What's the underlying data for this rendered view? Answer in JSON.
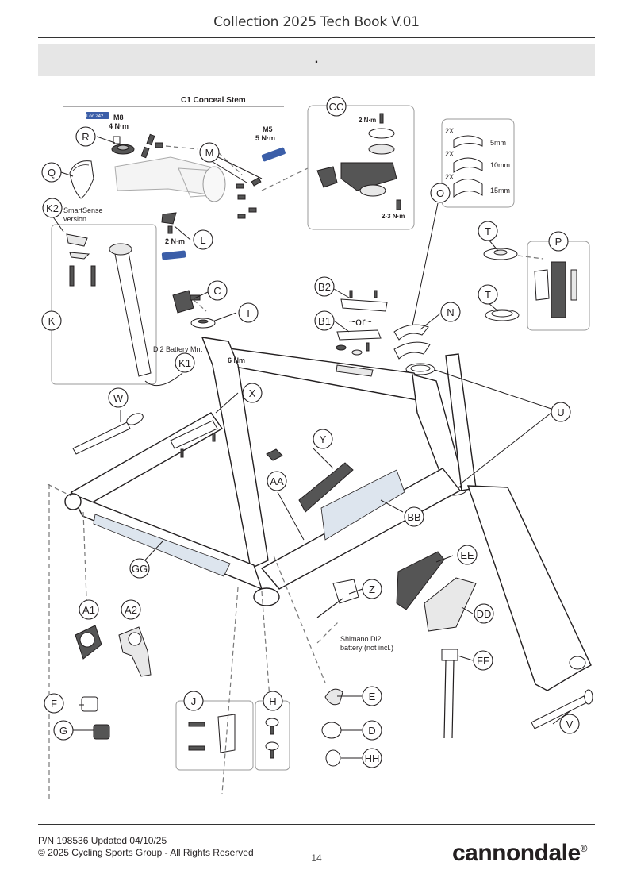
{
  "header": {
    "title": "Collection 2025 Tech Book V.01",
    "banner_text": "."
  },
  "stem": {
    "title": "C1 Conceal Stem",
    "m8": "M8",
    "m8_torque": "4 N·m",
    "m5": "M5",
    "m5_torque": "5 N·m",
    "loc": "Loc 242"
  },
  "labels": {
    "R": "R",
    "Q": "Q",
    "M": "M",
    "K2": "K2",
    "K": "K",
    "L": "L",
    "CC": "CC",
    "O": "O",
    "T1": "T",
    "T2": "T",
    "P": "P",
    "C": "C",
    "I": "I",
    "B2": "B2",
    "B1": "B1",
    "N": "N",
    "K1": "K1",
    "W": "W",
    "X": "X",
    "U": "U",
    "Y": "Y",
    "AA": "AA",
    "BB": "BB",
    "GG": "GG",
    "EE": "EE",
    "Z": "Z",
    "DD": "DD",
    "A1": "A1",
    "A2": "A2",
    "FF": "FF",
    "F": "F",
    "G": "G",
    "J": "J",
    "H": "H",
    "E": "E",
    "D": "D",
    "HH": "HH",
    "V": "V"
  },
  "notes": {
    "smartsense": "SmartSense",
    "version": "version",
    "l_torque": "2 N·m",
    "cc_top_torque": "2 N·m",
    "cc_bottom_torque": "2-3 N·m",
    "spacer_qty": "2X",
    "spacer_5": "5mm",
    "spacer_10": "10mm",
    "spacer_15": "15mm",
    "or": "~or~",
    "di2_mount": "Di2 Battery Mnt",
    "frame_torque": "6 Nm",
    "shimano_1": "Shimano Di2",
    "shimano_2": "battery (not incl.)"
  },
  "footer": {
    "part_number": "P/N 198536  Updated  04/10/25",
    "copyright": "© 2025 Cycling Sports Group - All Rights Reserved",
    "page": "14",
    "brand": "cannondale"
  }
}
